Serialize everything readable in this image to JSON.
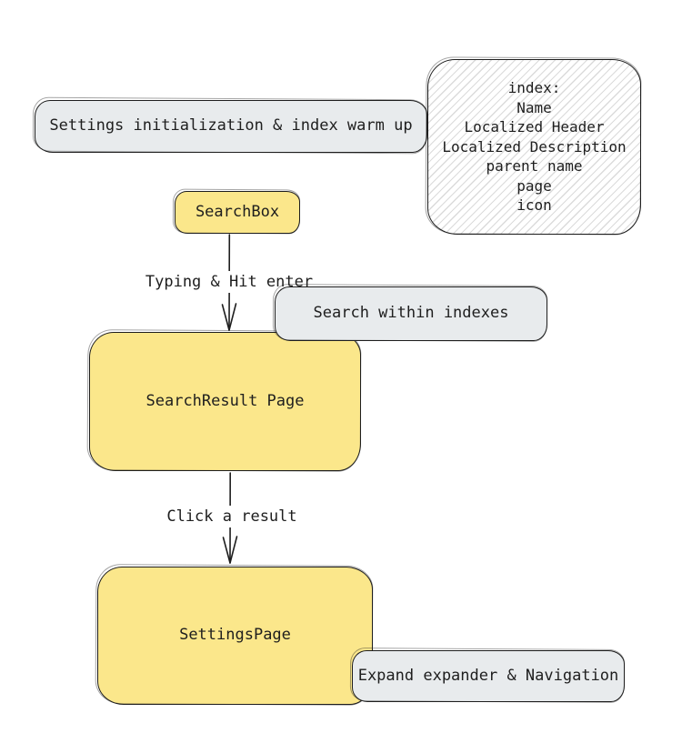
{
  "diagram": {
    "title_hint": "settings-search-flowchart",
    "colors": {
      "background": "#ffffff",
      "stroke": "#1e1e1e",
      "process_fill_yellow": "#fbe78b",
      "annotation_fill_gray": "#e8ebed",
      "hatch_line": "#dbdbdb"
    },
    "nodes": {
      "warmup": {
        "label": "Settings initialization & index warm up"
      },
      "index_note": {
        "lines": [
          "index:",
          "Name",
          "Localized Header",
          "Localized Description",
          "parent name",
          "page",
          "icon"
        ]
      },
      "searchbox": {
        "label": "SearchBox"
      },
      "search_within": {
        "label": "Search within indexes"
      },
      "searchresult": {
        "label": "SearchResult Page"
      },
      "settingspage": {
        "label": "SettingsPage"
      },
      "expand_nav": {
        "label": "Expand expander & Navigation"
      }
    },
    "edges": {
      "typing": {
        "label": "Typing & Hit enter"
      },
      "click": {
        "label": "Click a result"
      }
    }
  }
}
